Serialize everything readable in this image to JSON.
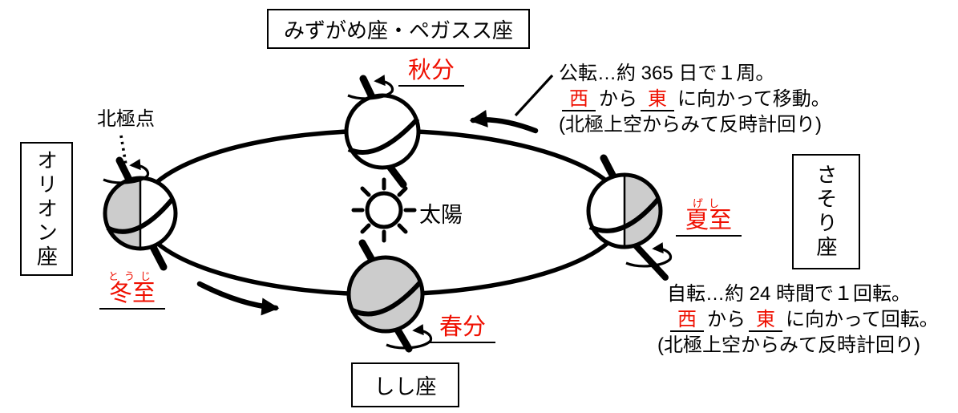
{
  "colors": {
    "accent_red": "#ef0f00",
    "earth_shade": "#cccccc",
    "ink": "#000000"
  },
  "boxes": {
    "aquarius_pegasus": "みずがめ座・ペガスス座",
    "orion": "オリオン座",
    "scorpius": "さそり座",
    "leo": "しし座"
  },
  "labels": {
    "north_pole": "北極点",
    "sun": "太陽"
  },
  "seasons": {
    "autumn": {
      "label": "秋分"
    },
    "winter": {
      "label": "冬至",
      "furigana": "とうじ"
    },
    "summer": {
      "label": "夏至",
      "furigana": "げし"
    },
    "spring": {
      "label": "春分"
    }
  },
  "notes": {
    "revolution": {
      "line1": "公転…約 365 日で１周。",
      "west": "西",
      "kara": "から",
      "east": "東",
      "line2_tail": "に向かって移動。",
      "line3": "(北極上空からみて反時計回り)"
    },
    "rotation": {
      "line1": "自転…約 24 時間で１回転。",
      "west": "西",
      "kara": "から",
      "east": "東",
      "line2_tail": "に向かって回転。",
      "line3": "(北極上空からみて反時計回り)"
    }
  }
}
